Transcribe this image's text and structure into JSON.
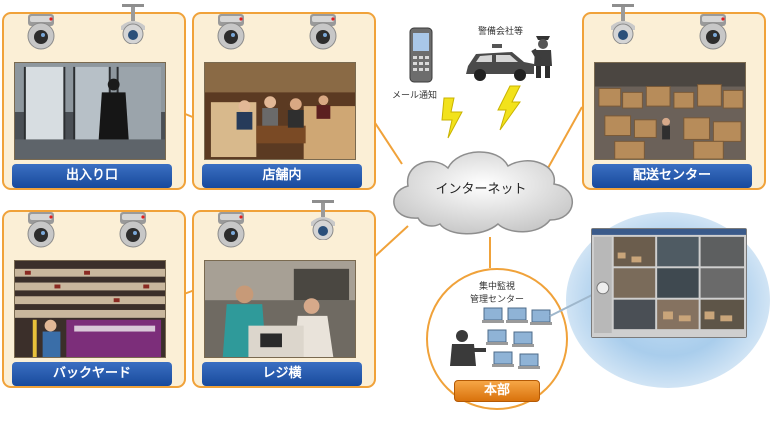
{
  "sites": [
    {
      "id": "entrance",
      "label": "出入り口"
    },
    {
      "id": "store",
      "label": "店舗内"
    },
    {
      "id": "backyard",
      "label": "バックヤード"
    },
    {
      "id": "register",
      "label": "レジ横"
    },
    {
      "id": "delivery",
      "label": "配送センター"
    }
  ],
  "network": {
    "label": "インターネット"
  },
  "mobile": {
    "label": "メール通知"
  },
  "security": {
    "label": "警備会社等"
  },
  "headquarters": {
    "title_line1": "集中監視",
    "title_line2": "管理センター",
    "badge": "本部"
  },
  "colors": {
    "panel_border": "#f0a23a",
    "panel_fill": "#fbefd6",
    "label_blue": "#1f56ad",
    "badge_orange": "#e8871f",
    "lightning": "#f2e21c"
  }
}
